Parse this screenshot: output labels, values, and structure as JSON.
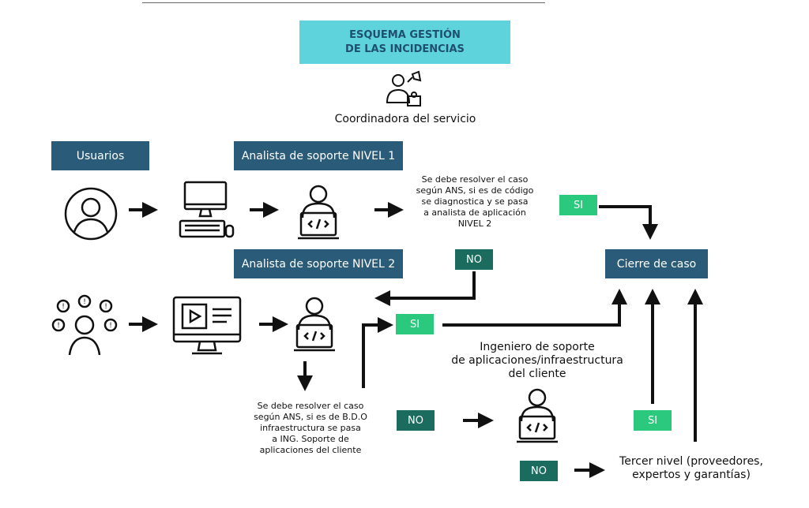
{
  "title": "ESQUEMA GESTIÓN\nDE LAS INCIDENCIAS",
  "coordinator": "Coordinadora del servicio",
  "roles": {
    "users": "Usuarios",
    "level1": "Analista de soporte NIVEL 1",
    "level2": "Analista de soporte NIVEL 2",
    "close": "Cierre de caso"
  },
  "notes": {
    "level1": "Se debe resolver el caso\nsegún ANS, si es de código\nse diagnostica y se pasa\na analista de aplicación\nNIVEL 2",
    "level2": "Se debe resolver el caso\nsegún ANS, si es de B.D.O\ninfraestructura se pasa\na ING. Soporte de\naplicaciones del cliente"
  },
  "labels": {
    "engineer": "Ingeniero de soporte\nde aplicaciones/infraestructura\ndel cliente",
    "third": "Tercer nivel (proveedores,\nexpertos y garantías)"
  },
  "decisions": {
    "yes": "SI",
    "no": "NO"
  },
  "colors": {
    "title_bg": "#5fd3dc",
    "navy": "#2a5c7a",
    "dark_teal": "#1c6b5f",
    "green": "#2ac97d"
  },
  "icons": [
    "coordinator-icon",
    "user-avatar-icon",
    "desktop-computer-icon",
    "developer-icon",
    "questions-user-icon",
    "video-monitor-icon"
  ]
}
